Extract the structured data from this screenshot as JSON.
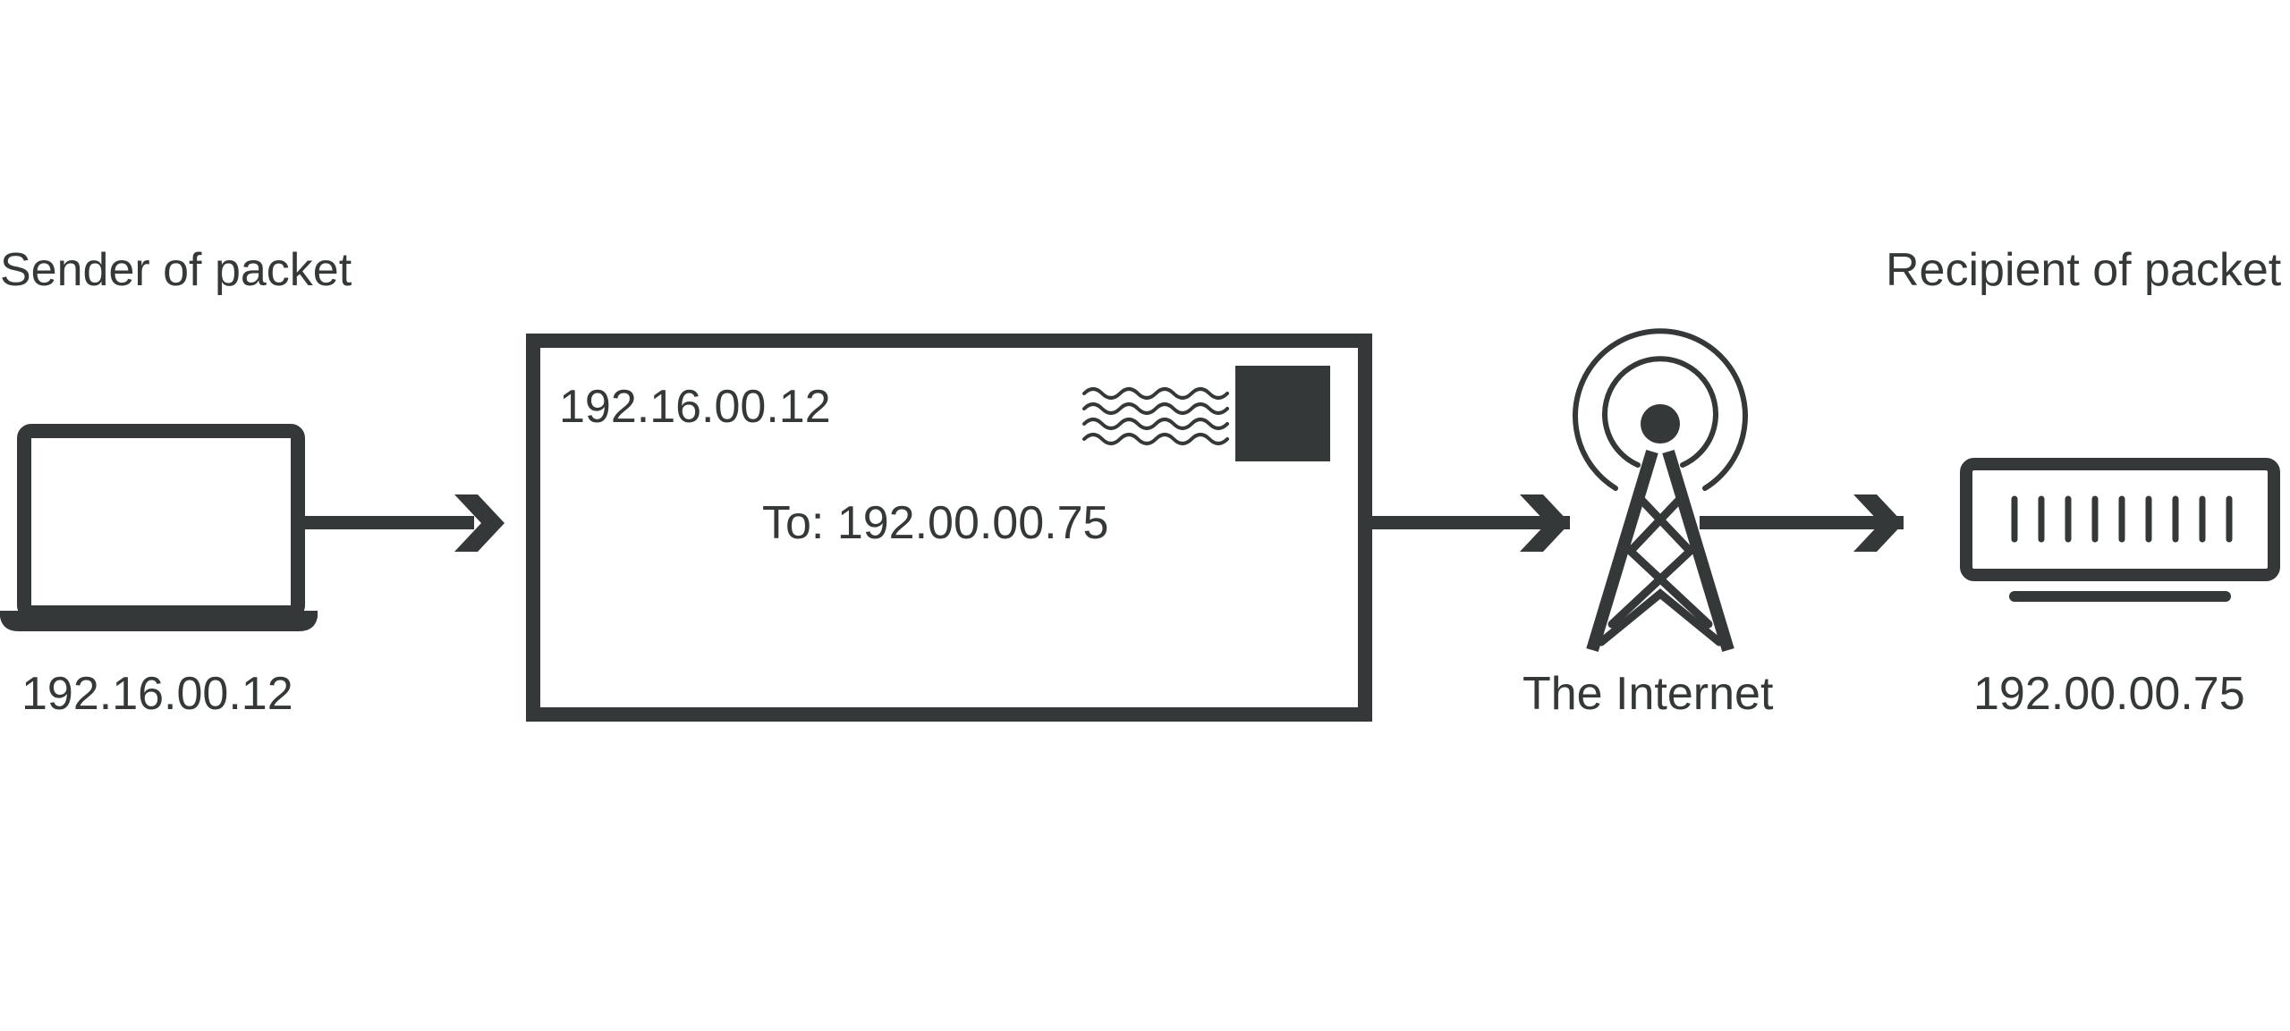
{
  "labels": {
    "sender_heading": "Sender of packet",
    "recipient_heading": "Recipient of packet",
    "sender_address": "192.16.00.12",
    "recipient_address": "192.00.00.75",
    "internet": "The Internet"
  },
  "packet": {
    "return_address": "192.16.00.12",
    "to_line": "To: 192.00.00.75"
  },
  "icons": {
    "sender": "laptop-icon",
    "packet": "envelope-icon",
    "postmark": "postmark-wave-icon",
    "stamp": "stamp-icon",
    "internet": "radio-tower-icon",
    "recipient": "router-icon",
    "arrow": "arrow-right-icon"
  },
  "colors": {
    "ink": "#353838",
    "background": "#ffffff"
  }
}
